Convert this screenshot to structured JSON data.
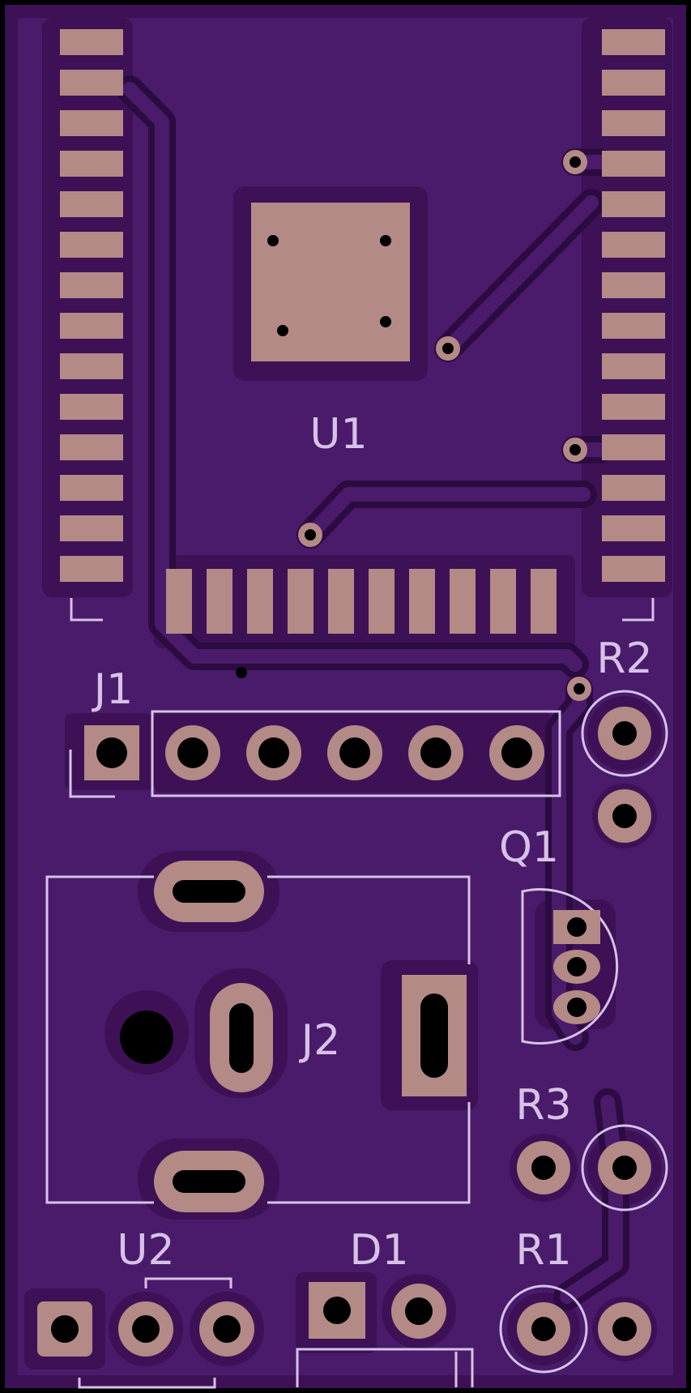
{
  "colors": {
    "background": "#000000",
    "substrate": "#3e1156",
    "copper_pour": "#4a1a6b",
    "trace": "#4a1a6b",
    "trace_edge": "#2c0c40",
    "pad": "#b38a86",
    "drill": "#000000",
    "silkscreen": "#d6c2e6"
  },
  "board": {
    "components": [
      {
        "ref": "U1",
        "label": "U1"
      },
      {
        "ref": "J1",
        "label": "J1"
      },
      {
        "ref": "R2",
        "label": "R2"
      },
      {
        "ref": "Q1",
        "label": "Q1"
      },
      {
        "ref": "J2",
        "label": "J2"
      },
      {
        "ref": "R3",
        "label": "R3"
      },
      {
        "ref": "R1",
        "label": "R1"
      },
      {
        "ref": "U2",
        "label": "U2"
      },
      {
        "ref": "D1",
        "label": "D1"
      }
    ]
  }
}
